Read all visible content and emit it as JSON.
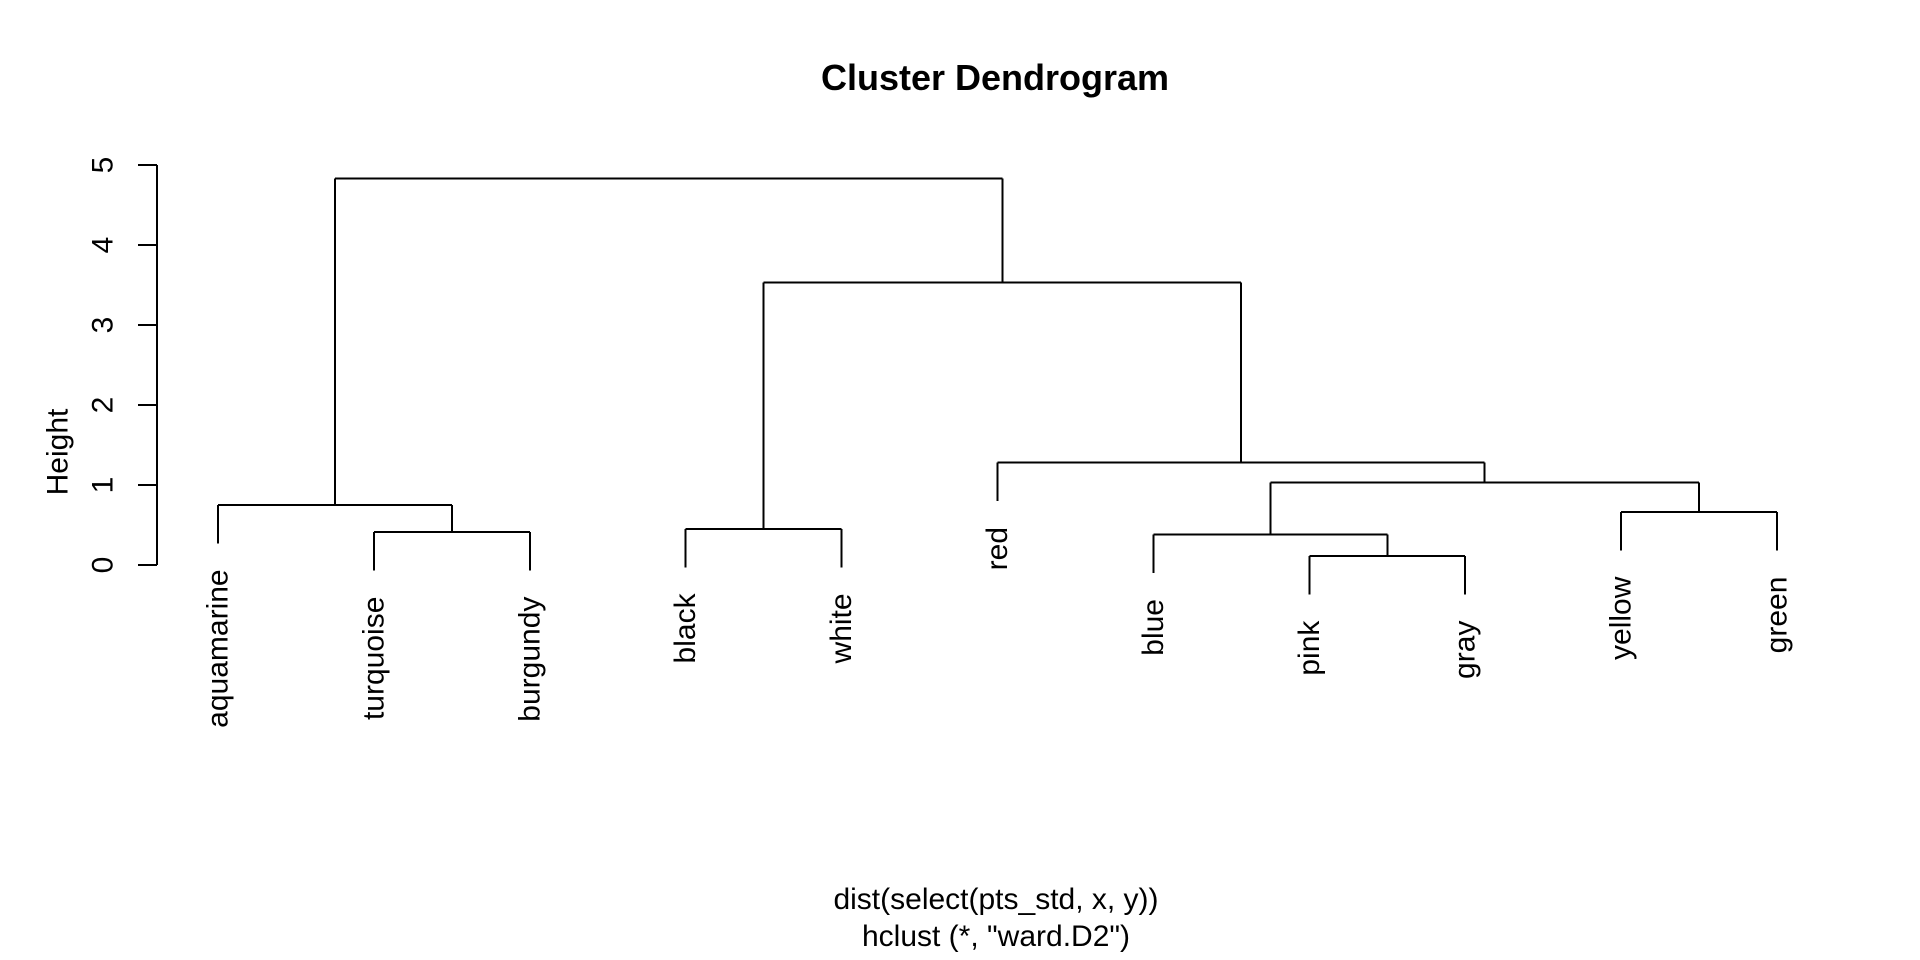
{
  "chart_data": {
    "type": "dendrogram",
    "title": "Cluster Dendrogram",
    "ylabel": "Height",
    "xlabel_lines": [
      "dist(select(pts_std, x, y))",
      "hclust (*, \"ward.D2\")"
    ],
    "y_axis": {
      "label": "Height",
      "ticks": [
        0,
        1,
        2,
        3,
        4,
        5
      ],
      "range": [
        0,
        5
      ]
    },
    "leaves": [
      "aquamarine",
      "turquoise",
      "burgundy",
      "black",
      "white",
      "red",
      "blue",
      "pink",
      "gray",
      "yellow",
      "green"
    ],
    "merges": [
      {
        "id": "turquoise_burgundy",
        "children": [
          "turquoise",
          "burgundy"
        ],
        "height": 0.41
      },
      {
        "id": "left_trio",
        "children": [
          "aquamarine",
          "turquoise_burgundy"
        ],
        "height": 0.75
      },
      {
        "id": "black_white",
        "children": [
          "black",
          "white"
        ],
        "height": 0.45
      },
      {
        "id": "pink_gray",
        "children": [
          "pink",
          "gray"
        ],
        "height": 0.11
      },
      {
        "id": "blue_pink_gray",
        "children": [
          "blue",
          "pink_gray"
        ],
        "height": 0.38
      },
      {
        "id": "yellow_green",
        "children": [
          "yellow",
          "green"
        ],
        "height": 0.66
      },
      {
        "id": "five_colors",
        "children": [
          "blue_pink_gray",
          "yellow_green"
        ],
        "height": 1.03
      },
      {
        "id": "six_colors",
        "children": [
          "red",
          "five_colors"
        ],
        "height": 1.28
      },
      {
        "id": "eight_colors",
        "children": [
          "black_white",
          "six_colors"
        ],
        "height": 3.53
      },
      {
        "id": "root",
        "children": [
          "left_trio",
          "eight_colors"
        ],
        "height": 4.83
      }
    ],
    "leaf_hang": 0.48,
    "line_color": "#000000",
    "text_color": "#000000",
    "background_color": "#FFFFFF",
    "legend": "none",
    "grid": "off"
  }
}
